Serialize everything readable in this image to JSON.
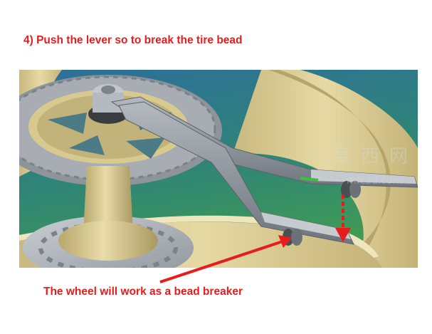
{
  "header": {
    "step_caption": "4) Push the lever so to break the tire bead"
  },
  "footer": {
    "annotation": "The wheel will work as a bead breaker"
  },
  "watermark": {
    "text": "mfcad.com",
    "glyph_1": "草",
    "glyph_2": "西",
    "glyph_3": "网"
  },
  "colors": {
    "caption": "#e81c1c",
    "arrow": "#e81c1c",
    "rim": "#d8c98f",
    "sprocket": "#9aa1a8",
    "lever": "#8e959c",
    "background_top": "#2d6f9a",
    "background_bottom": "#3f9a55"
  },
  "icons": {
    "pointer_arrow": "red-arrow-icon",
    "push_arrow": "red-down-arrow-icon"
  }
}
